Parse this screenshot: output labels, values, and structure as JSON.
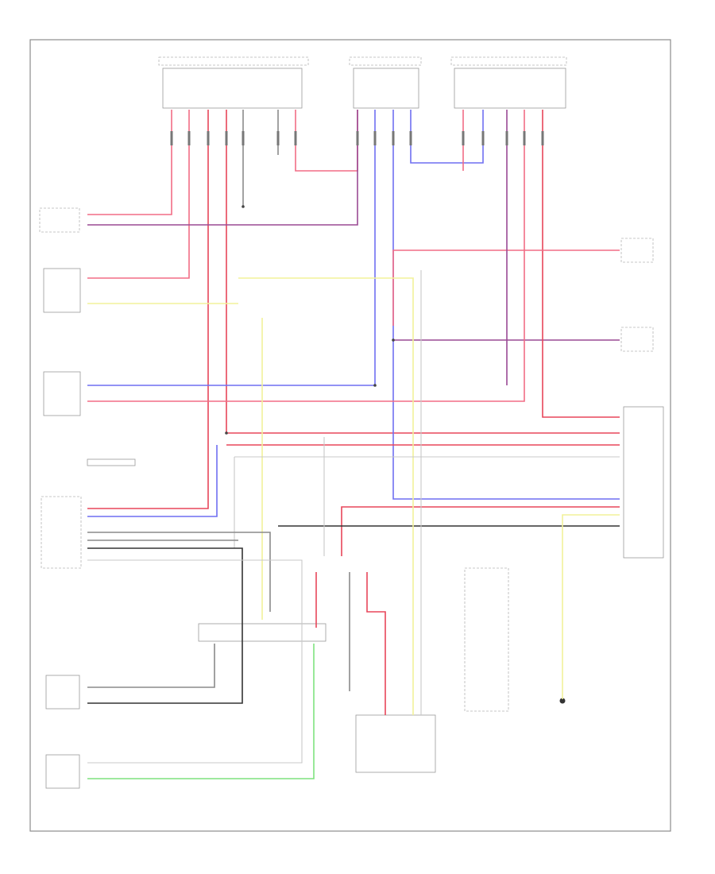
{
  "diagram": {
    "footer_label": "",
    "colors": {
      "pink": "#f26d85",
      "purple": "#9a4a94",
      "blue": "#6f6ff2",
      "yellow": "#f2f29a",
      "green": "#7fe27f",
      "gray": "#8a8a8a",
      "dark": "#333333",
      "red": "#e8465a",
      "light": "#c8c8c8",
      "frame": "#8c8c8c"
    },
    "components": [
      {
        "id": "top-connector-1",
        "label": ""
      },
      {
        "id": "top-connector-2",
        "label": ""
      },
      {
        "id": "top-connector-3",
        "label": ""
      },
      {
        "id": "left-module-1",
        "label": ""
      },
      {
        "id": "left-module-2",
        "label": ""
      },
      {
        "id": "left-module-3",
        "label": ""
      },
      {
        "id": "left-module-4",
        "label": ""
      },
      {
        "id": "right-component-1",
        "label": ""
      },
      {
        "id": "right-component-2",
        "label": ""
      },
      {
        "id": "right-connector-block",
        "label": ""
      },
      {
        "id": "bottom-sensor-1",
        "label": ""
      },
      {
        "id": "bottom-sensor-2",
        "label": ""
      },
      {
        "id": "center-connector",
        "label": ""
      },
      {
        "id": "bottom-module",
        "label": ""
      },
      {
        "id": "ground",
        "label": ""
      }
    ],
    "wire_labels": []
  }
}
